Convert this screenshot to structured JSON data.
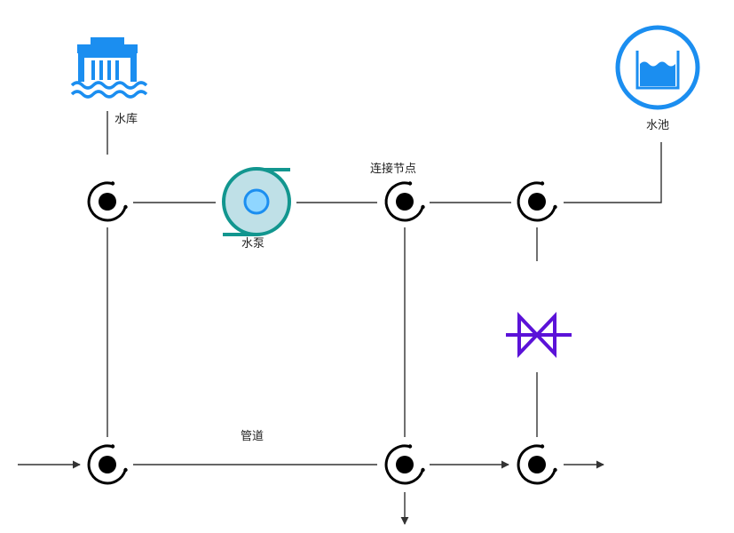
{
  "labels": {
    "reservoir": "水库",
    "pool": "水池",
    "pump": "水泵",
    "junction": "连接节点",
    "pipe": "管道"
  },
  "colors": {
    "reservoir": "#1b8ef0",
    "pool": "#1b8ef0",
    "pump_fill": "#bfe0e7",
    "pump_stroke": "#12968f",
    "pump_inner": "#8fd6ff",
    "pump_inner_stroke": "#1b8ef0",
    "valve": "#5b12d8",
    "line": "#333333",
    "node": "#000000"
  },
  "icons": {
    "reservoir": "reservoir-icon",
    "pool": "water-tank-icon",
    "pump": "pump-icon",
    "valve": "gate-valve-icon",
    "junction": "junction-node-icon"
  }
}
